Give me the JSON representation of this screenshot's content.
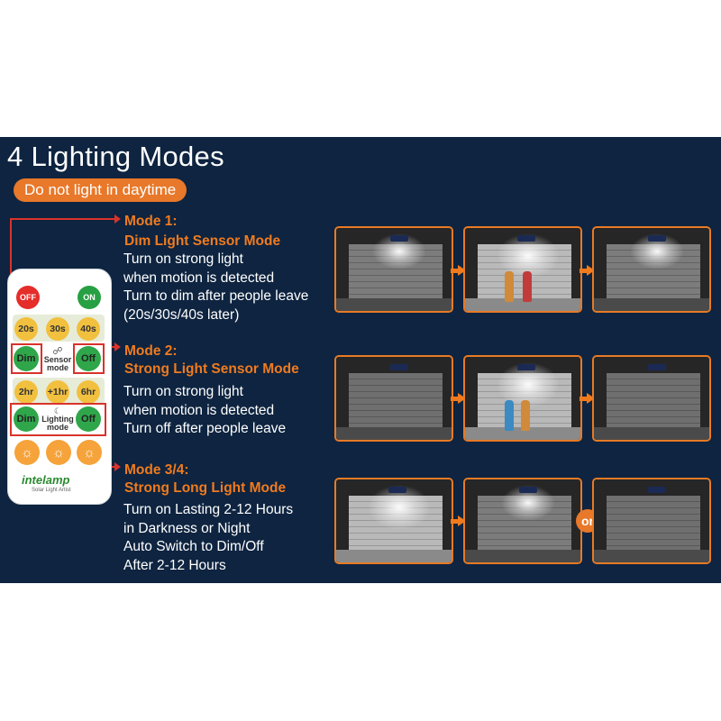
{
  "header": {
    "title": "4 Lighting Modes",
    "subtitle": "Do not light in daytime"
  },
  "modes": [
    {
      "heading": "Mode 1:",
      "name": "Dim Light Sensor Mode",
      "lines": [
        "Turn on strong light",
        "when motion is detected",
        "Turn to dim after people leave",
        "(20s/30s/40s later)"
      ]
    },
    {
      "heading": "Mode 2:",
      "name": "Strong Light Sensor Mode",
      "lines": [
        "Turn on strong light",
        "when motion is detected",
        "Turn off after people leave"
      ]
    },
    {
      "heading": "Mode 3/4:",
      "name": "Strong Long Light Mode",
      "lines": [
        "Turn on Lasting 2-12 Hours",
        "in Darkness or Night",
        "Auto Switch to Dim/Off",
        "After 2-12 Hours"
      ]
    }
  ],
  "remote": {
    "off": "OFF",
    "on": "ON",
    "t20": "20s",
    "t30": "30s",
    "t40": "40s",
    "dim": "Dim",
    "sensor_mode_1": "Sensor",
    "sensor_mode_2": "mode",
    "off2": "Off",
    "h2": "2hr",
    "h1": "+1hr",
    "h6": "6hr",
    "dim2": "Dim",
    "lighting_mode_1": "Lighting",
    "lighting_mode_2": "mode",
    "off3": "Off",
    "brand": "intelamp",
    "brand_sub": "Solar Light Artist"
  },
  "or_label": "or",
  "colors": {
    "background": "#0e2440",
    "accent": "#f07b1f",
    "connector": "#d9332b"
  }
}
